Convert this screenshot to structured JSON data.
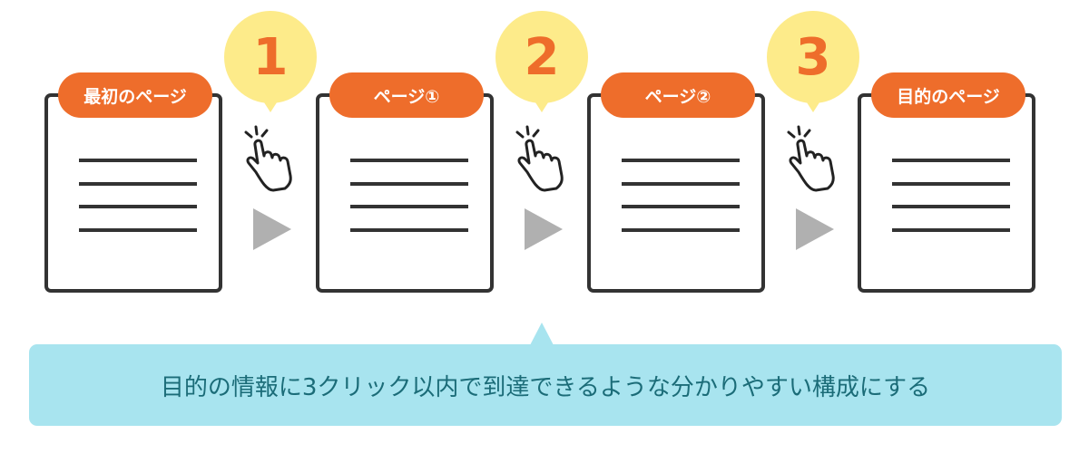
{
  "pages": [
    {
      "label": "最初のページ",
      "lines": 4
    },
    {
      "label": "ページ①",
      "lines": 4
    },
    {
      "label": "ページ②",
      "lines": 4
    },
    {
      "label": "目的のページ",
      "lines": 4
    }
  ],
  "steps": [
    {
      "number": "1",
      "icon": "pointing-hand-click-icon",
      "arrow": "triangle-right-icon"
    },
    {
      "number": "2",
      "icon": "pointing-hand-click-icon",
      "arrow": "triangle-right-icon"
    },
    {
      "number": "3",
      "icon": "pointing-hand-click-icon",
      "arrow": "triangle-right-icon"
    }
  ],
  "note": {
    "text": "目的の情報に3クリック以内で到達できるような分かりやすい構成にする"
  },
  "colors": {
    "label_bg": "#ee6d2b",
    "bubble_bg": "#fdeb8a",
    "step_number": "#ee6d2b",
    "card_border": "#333333",
    "arrow": "#b0b0b0",
    "note_bg": "#a8e4ef",
    "note_text": "#1b6c78"
  }
}
